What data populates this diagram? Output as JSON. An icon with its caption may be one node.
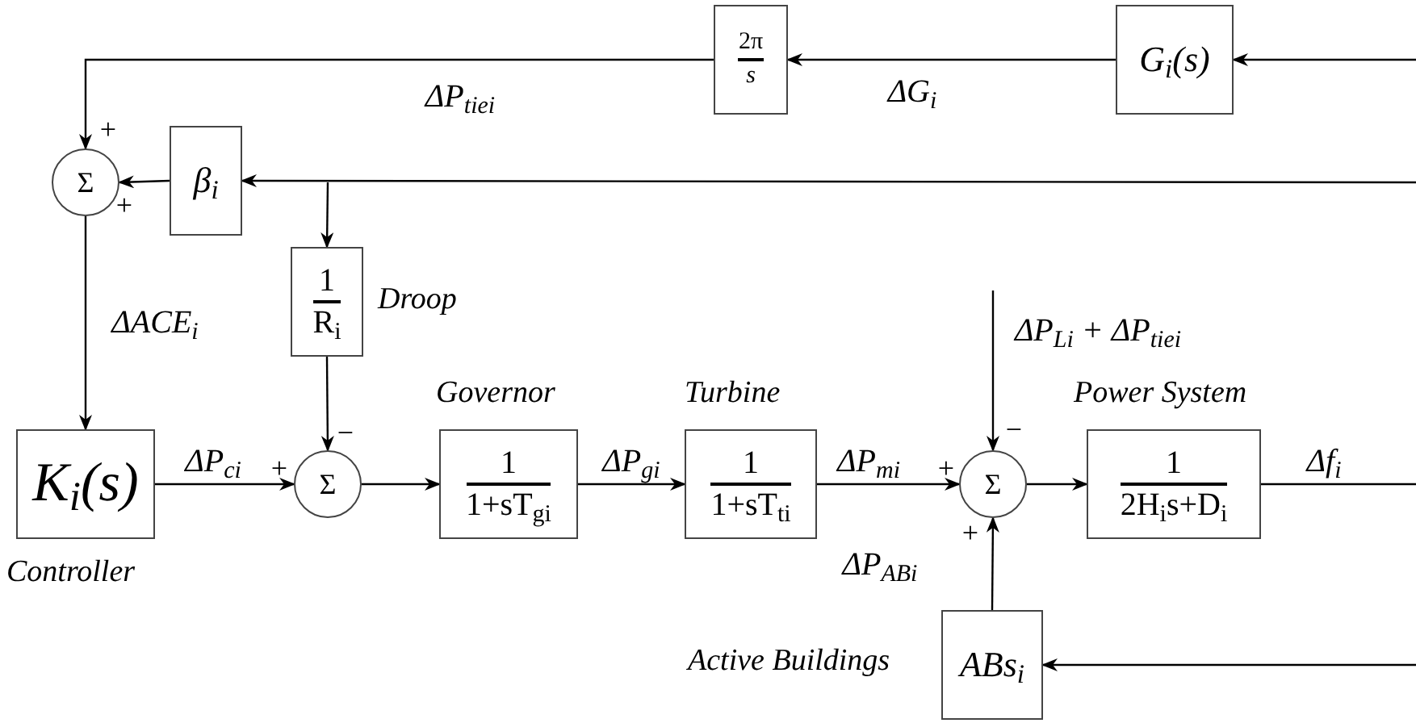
{
  "diagram": {
    "nodes": [
      {
        "text": [
          "2π",
          "s"
        ]
      },
      {
        "text": [
          "G$_{i}$(s)"
        ]
      },
      {
        "text": [
          "Σ"
        ]
      },
      {
        "text": [
          "β$_{i}$"
        ]
      },
      {
        "text": [
          "1",
          "R$_{i}$"
        ],
        "beside": [
          "Droop"
        ]
      },
      {
        "text": [
          "K$_{i}$(s)"
        ],
        "beside": [
          "Controller"
        ]
      },
      {
        "text": [
          "Σ"
        ]
      },
      {
        "text": [
          "1",
          "1+sT$_{gi}$"
        ],
        "beside": [
          "Governor"
        ]
      },
      {
        "text": [
          "1",
          "1+sT$_{ti}$"
        ],
        "beside": [
          "Turbine"
        ]
      },
      {
        "text": [
          "Σ"
        ]
      },
      {
        "text": [
          "1",
          "2H$_{i}$s+D$_{i}$"
        ],
        "beside": [
          "Power System"
        ]
      },
      {
        "text": [
          "ABs$_{i}$"
        ],
        "beside": [
          "Active Buildings"
        ]
      }
    ],
    "edges": [
      {
        "from": null,
        "to": 1,
        "arrow": "to"
      },
      {
        "from": 1,
        "to": 0,
        "arrow": "to",
        "label": "ΔG$_{i}$"
      },
      {
        "from": 0,
        "to": 2,
        "arrow": "to",
        "label": "ΔP$_{tiei}$"
      },
      {
        "from": null,
        "to": 3,
        "arrow": "to"
      },
      {
        "from": null,
        "to": 4,
        "arrow": "to"
      },
      {
        "from": 3,
        "to": 2,
        "arrow": "to"
      },
      {
        "from": 2,
        "to": 5,
        "arrow": "to",
        "label": "ΔACE$_{i}$"
      },
      {
        "from": 4,
        "to": 6,
        "arrow": "to"
      },
      {
        "from": 5,
        "to": 6,
        "arrow": "to",
        "label": "ΔP$_{ci}$"
      },
      {
        "from": 6,
        "to": 7,
        "arrow": "to"
      },
      {
        "from": 7,
        "to": 8,
        "arrow": "to",
        "label": "ΔP$_{gi}$"
      },
      {
        "from": 8,
        "to": 9,
        "arrow": "to",
        "label": "ΔP$_{mi}$"
      },
      {
        "from": null,
        "to": 9,
        "arrow": "to",
        "label": "ΔP$_{Li}$ + ΔP$_{tiei}$"
      },
      {
        "from": 11,
        "to": 9,
        "arrow": "to",
        "label": "ΔP$_{ABi}$"
      },
      {
        "from": 9,
        "to": 10,
        "arrow": "to"
      },
      {
        "from": 10,
        "to": null,
        "arrow": "none",
        "label": "Δf$_{i}$"
      },
      {
        "from": null,
        "to": 11,
        "arrow": "to"
      }
    ],
    "labels": [
      "+",
      "+",
      "−",
      "+",
      "−",
      "+",
      "+"
    ]
  }
}
